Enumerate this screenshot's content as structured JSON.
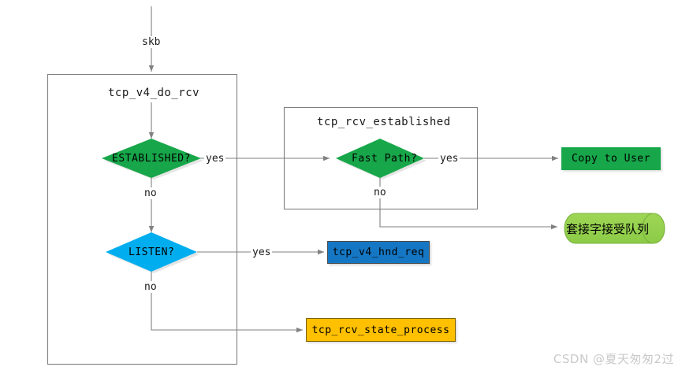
{
  "diagram": {
    "title_entry_label": "skb",
    "groups": [
      {
        "name": "tcp_v4_do_rcv",
        "label": "tcp_v4_do_rcv"
      },
      {
        "name": "tcp_rcv_established",
        "label": "tcp_rcv_established"
      }
    ],
    "nodes": [
      {
        "id": "established",
        "label": "ESTABLISHED?",
        "shape": "decision",
        "color": "#17a74a"
      },
      {
        "id": "listen",
        "label": "LISTEN?",
        "shape": "decision",
        "color": "#00aeef"
      },
      {
        "id": "fastpath",
        "label": "Fast Path?",
        "shape": "decision",
        "color": "#17a74a"
      },
      {
        "id": "copy_to_user",
        "label": "Copy to User",
        "shape": "rectangle",
        "color": "#17a74a"
      },
      {
        "id": "accept_queue",
        "label": "套接字接受队列",
        "shape": "cylinder",
        "color": "#92d050"
      },
      {
        "id": "hnd_req",
        "label": "tcp_v4_hnd_req",
        "shape": "rectangle",
        "color": "#1577c4"
      },
      {
        "id": "state_process",
        "label": "tcp_rcv_state_process",
        "shape": "rectangle",
        "color": "#ffc000"
      }
    ],
    "edge_labels": {
      "established_yes": "yes",
      "established_no": "no",
      "listen_yes": "yes",
      "listen_no": "no",
      "fastpath_yes": "yes",
      "fastpath_no": "no"
    },
    "watermark": "CSDN @夏天匆匆2过",
    "colors": {
      "green": "#17a74a",
      "light_green": "#92d050",
      "cyan": "#00aeef",
      "blue": "#1577c4",
      "orange": "#ffc000",
      "line": "#808080",
      "background": "#ffffff"
    }
  }
}
